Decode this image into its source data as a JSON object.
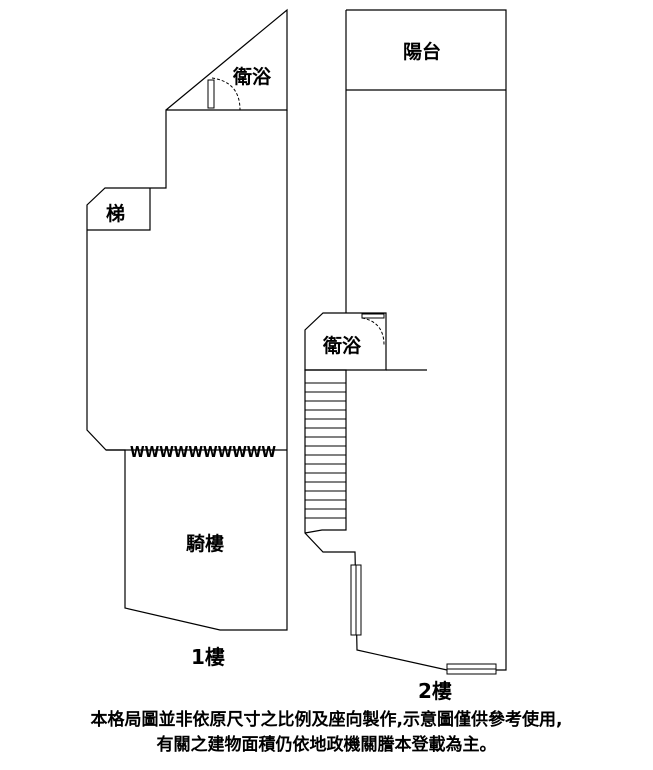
{
  "floor1": {
    "bathroom_label": "衛浴",
    "stairs_label": "梯",
    "arcade_label": "騎樓",
    "shutter_label": "WWWWWWWWWW",
    "floor_label": "1樓"
  },
  "floor2": {
    "balcony_label": "陽台",
    "bathroom_label": "衛浴",
    "floor_label": "2樓"
  },
  "disclaimer": {
    "line1": "本格局圖並非依原尺寸之比例及座向製作,示意圖僅供參考使用,",
    "line2": "有關之建物面積仍依地政機關謄本登載為主。"
  }
}
